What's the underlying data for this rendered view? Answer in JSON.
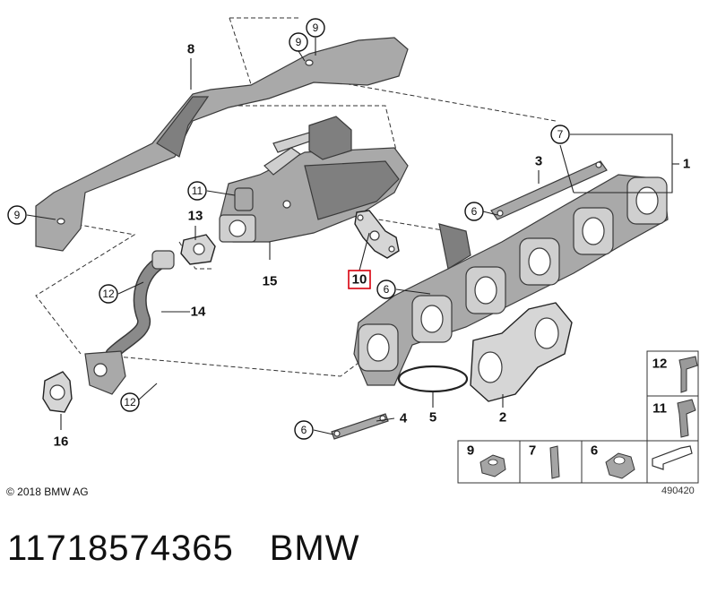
{
  "callouts": {
    "c9_top_a": "9",
    "c9_top_b": "9",
    "c8": "8",
    "c7": "7",
    "c1": "1",
    "c3": "3",
    "c11": "11",
    "c13": "13",
    "c9_left": "9",
    "c6_upper": "6",
    "c15": "15",
    "c10": "10",
    "c12_upper": "12",
    "c6_mid": "6",
    "c14": "14",
    "c12_lower": "12",
    "c5": "5",
    "c2": "2",
    "c16": "16",
    "c6_lower": "6",
    "c4": "4"
  },
  "legend": {
    "row1": {
      "label": "12"
    },
    "row2": {
      "label": "11"
    },
    "row3": {
      "labels": [
        "9",
        "7",
        "6"
      ]
    }
  },
  "copyright": "© 2018 BMW AG",
  "diagram_number": "490420",
  "footer": {
    "part_number": "11718574365",
    "brand": "BMW"
  },
  "highlight_color": "#d9000d"
}
